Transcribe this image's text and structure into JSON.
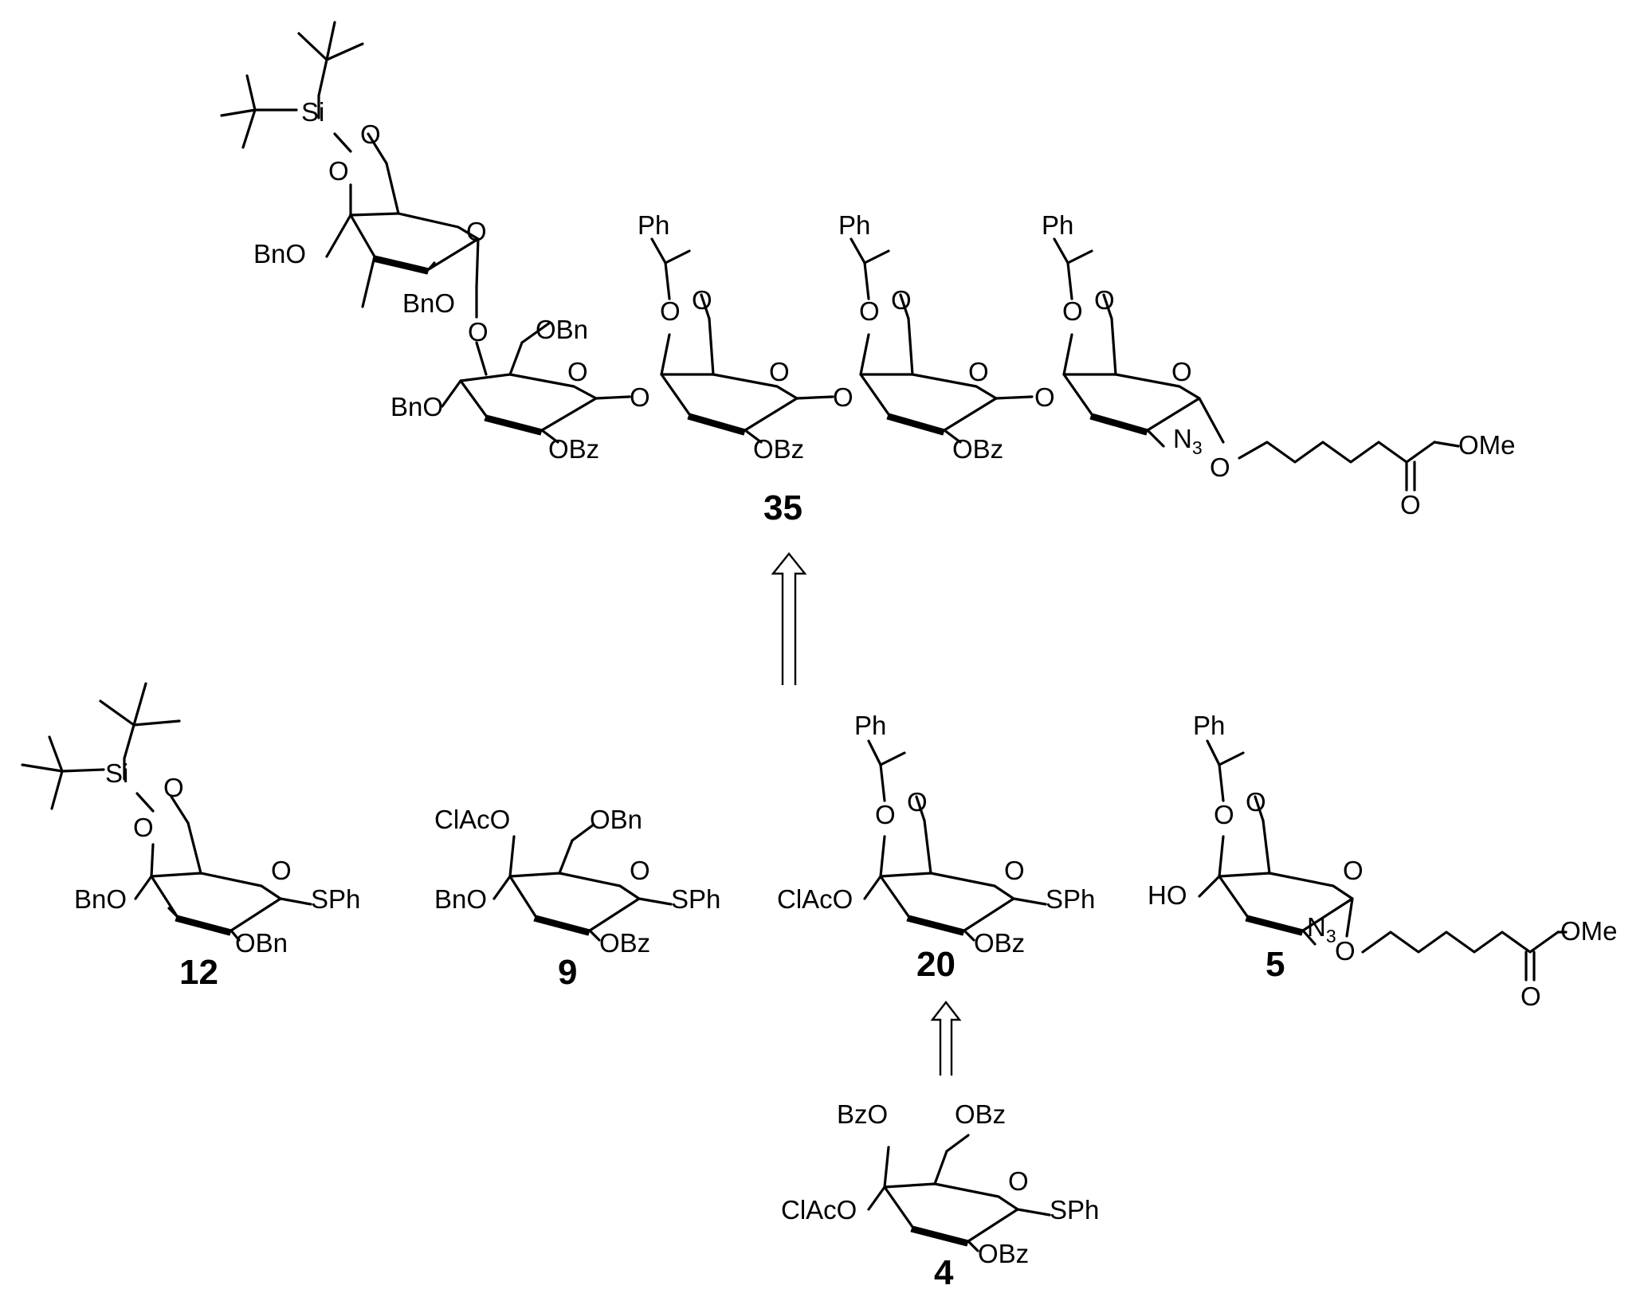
{
  "scheme": {
    "compounds": {
      "c35": "35",
      "c12": "12",
      "c9": "9",
      "c20": "20",
      "c5": "5",
      "c4": "4"
    },
    "atoms": {
      "si": "Si",
      "o": "O",
      "ph": "Ph",
      "obn": "OBn",
      "bno": "BnO",
      "obz": "OBz",
      "bzo": "BzO",
      "sph": "SPh",
      "clacoo": "ClAcO",
      "ho": "HO",
      "n3": "N",
      "n3sub": "3",
      "ome": "OMe"
    }
  }
}
